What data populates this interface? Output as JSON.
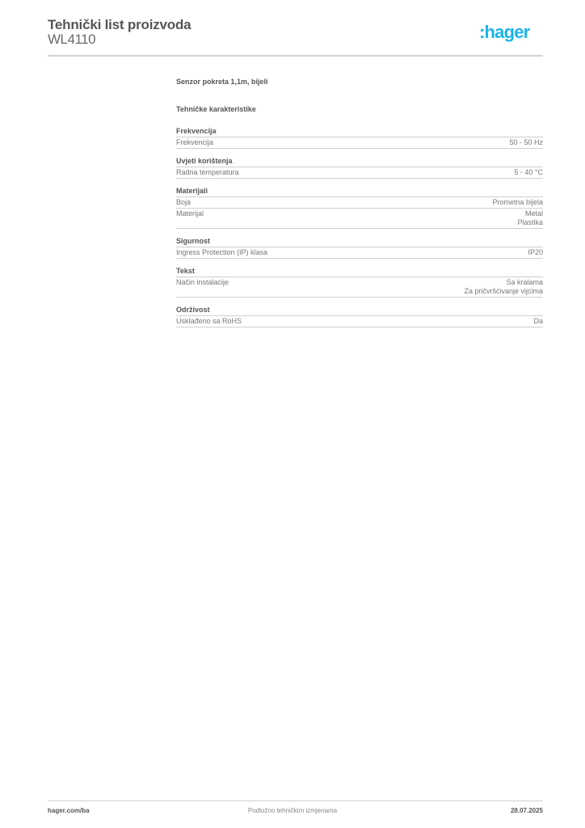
{
  "header": {
    "title": "Tehnički list proizvoda",
    "product_code": "WL4110",
    "logo_text": ":hager",
    "brand_color": "#19b4ea"
  },
  "product": {
    "name": "Senzor pokreta 1,1m, bijeli"
  },
  "section_heading": "Tehničke karakteristike",
  "groups": [
    {
      "title": "Frekvencija",
      "rows": [
        {
          "label": "Frekvencija",
          "values": [
            "50 - 50 Hz"
          ]
        }
      ]
    },
    {
      "title": "Uvjeti korištenja",
      "rows": [
        {
          "label": "Radna temperatura",
          "values": [
            "5 - 40 °C"
          ]
        }
      ]
    },
    {
      "title": "Materijali",
      "rows": [
        {
          "label": "Boja",
          "values": [
            "Prometna bijela"
          ]
        },
        {
          "label": "Materijal",
          "values": [
            "Metal",
            "Plastika"
          ]
        }
      ]
    },
    {
      "title": "Sigurnost",
      "rows": [
        {
          "label": "Ingress Protection (IP) klasa",
          "values": [
            "IP20"
          ]
        }
      ]
    },
    {
      "title": "Tekst",
      "rows": [
        {
          "label": "Način instalacije",
          "values": [
            "Sa kralama",
            "Za pričvršćivanje vijcima"
          ]
        }
      ]
    },
    {
      "title": "Održivost",
      "rows": [
        {
          "label": "Usklađeno sa RoHS",
          "values": [
            "Da"
          ]
        }
      ]
    }
  ],
  "footer": {
    "website": "hager.com/ba",
    "notice": "Podložno tehničkim izmjenama",
    "date": "28.07.2025"
  }
}
